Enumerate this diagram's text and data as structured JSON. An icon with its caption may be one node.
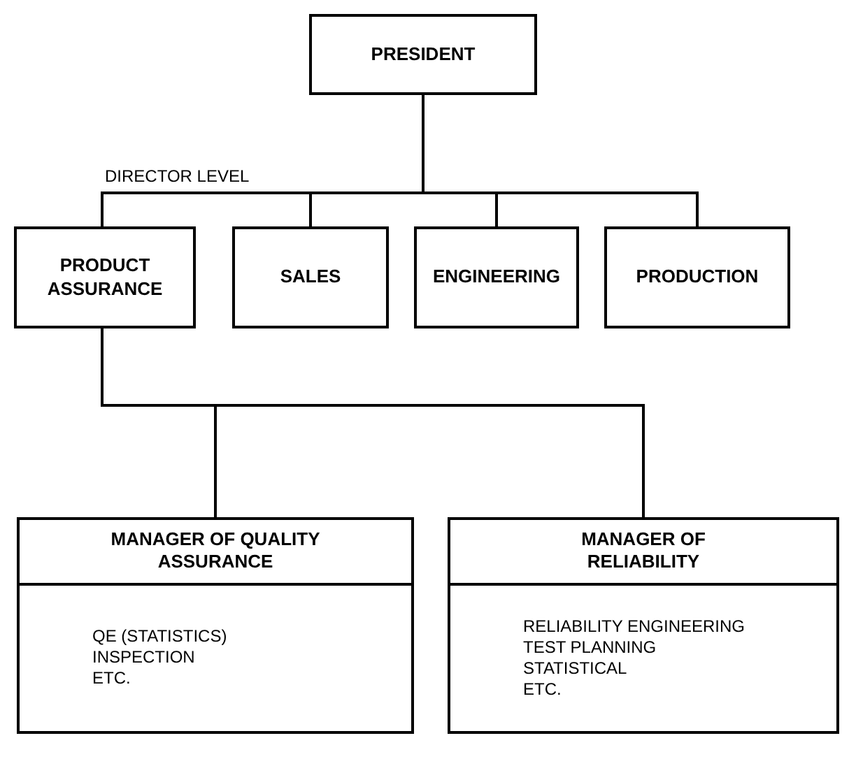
{
  "diagram": {
    "nodes": [
      {
        "text": [
          "PRESIDENT"
        ]
      },
      {
        "text": [
          "PRODUCT ASSURANCE"
        ]
      },
      {
        "text": [
          "SALES"
        ]
      },
      {
        "text": [
          "ENGINEERING"
        ]
      },
      {
        "text": [
          "PRODUCTION"
        ]
      },
      {
        "text": [
          "MANAGER OF QUALITY ASSURANCE",
          "QE (STATISTICS)",
          "INSPECTION",
          "ETC."
        ]
      },
      {
        "text": [
          "MANAGER OF RELIABILITY",
          "RELIABILITY ENGINEERING",
          "TEST PLANNING",
          "STATISTICAL",
          "ETC."
        ]
      }
    ],
    "edges": [
      {
        "from": 0,
        "to": 1,
        "arrow": "none"
      },
      {
        "from": 0,
        "to": 2,
        "arrow": "none"
      },
      {
        "from": 0,
        "to": 3,
        "arrow": "none"
      },
      {
        "from": 0,
        "to": 4,
        "arrow": "none"
      },
      {
        "from": 1,
        "to": 5,
        "arrow": "none"
      },
      {
        "from": 1,
        "to": 6,
        "arrow": "none"
      }
    ],
    "labels": [
      "DIRECTOR LEVEL"
    ]
  }
}
